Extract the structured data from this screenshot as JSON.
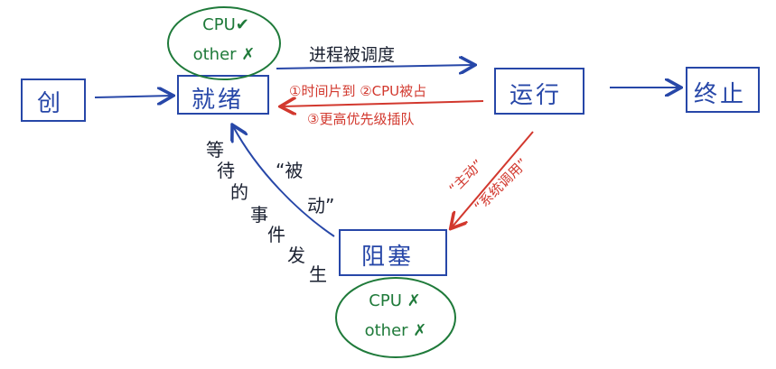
{
  "states": {
    "create": "创",
    "ready": "就绪",
    "running": "运行",
    "terminated": "终止",
    "blocked": "阻塞"
  },
  "ready_resources": {
    "cpu": "CPU✔",
    "other": "other ✗"
  },
  "blocked_resources": {
    "cpu": "CPU ✗",
    "other": "other ✗"
  },
  "transitions": {
    "ready_to_running": "进程被调度",
    "running_to_ready_1": "①时间片到 ②CPU被占",
    "running_to_ready_2": "③更高优先级插队",
    "running_to_blocked_1": "“主动”",
    "running_to_blocked_2": "“系统调用”",
    "blocked_to_ready_cause": [
      "等",
      "待",
      "的",
      "事",
      "件",
      "发",
      "生"
    ],
    "blocked_to_ready_mode": [
      "“被",
      "动”"
    ]
  },
  "colors": {
    "state": "#2747a8",
    "resource": "#1f7a3a",
    "note": "#1a2030",
    "active_transition": "#d2382e"
  }
}
